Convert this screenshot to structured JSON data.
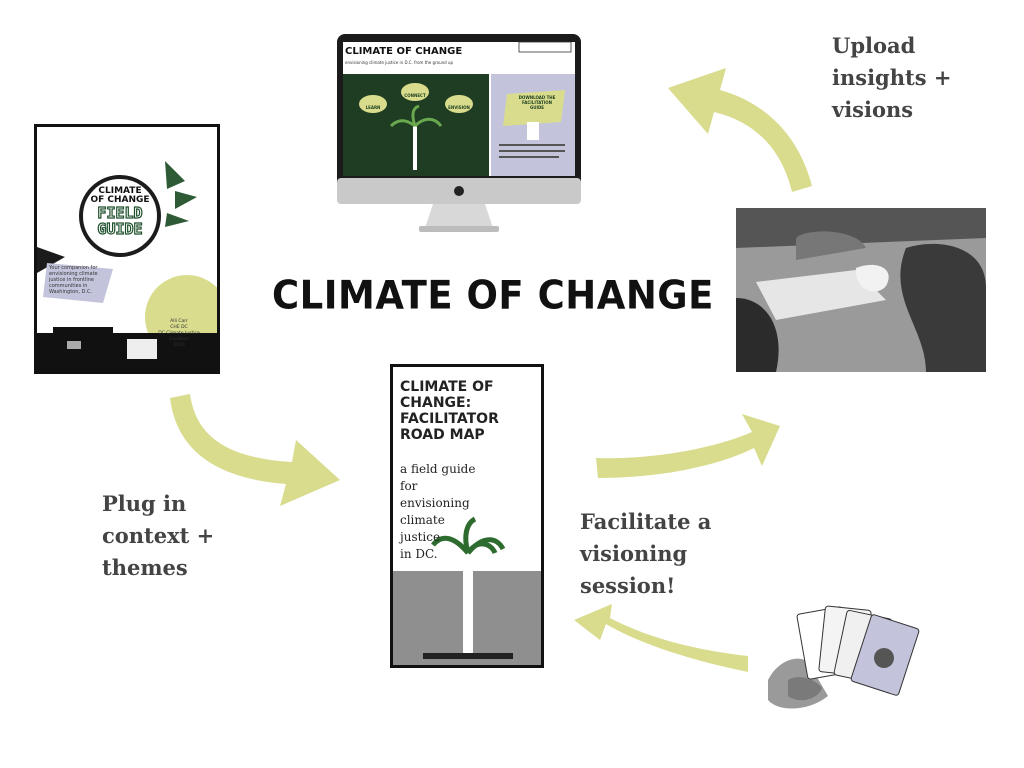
{
  "diagram": {
    "title": "CLIMATE OF CHANGE",
    "labels": {
      "plug_in": "Plug in\ncontext +\nthemes",
      "facilitate": "Facilitate a\nvisioning\nsession!",
      "upload": "Upload\ninsights +\nvisions"
    },
    "arrow_color": "#d8dc8c"
  },
  "field_guide": {
    "header_small": "CLIMATE\nOF CHANGE",
    "header_big": "FIELD\nGUIDE",
    "blurb": "Your companion for\nenvisioning climate\njustice in frontline\ncommunities in\nWashington, D.C.",
    "credit": "Alli Carr\nCHE DC\nDC Climate Justice\nCoalition\n2019"
  },
  "website": {
    "title": "CLIMATE OF CHANGE",
    "subtitle": "envisioning climate justice in D.C. from the ground up",
    "nav": [
      "LEARN",
      "CONNECT",
      "ENVISION"
    ],
    "download": "DOWNLOAD THE\nFACILITATION\nGUIDE"
  },
  "road_map": {
    "title": "CLIMATE OF\nCHANGE:\nFACILITATOR\nROAD MAP",
    "subtitle": "a field guide\nfor\nenvisioning\nclimate\njustice\nin DC."
  },
  "colors": {
    "accent": "#d8dc8c",
    "dark_green": "#1f3d22",
    "lavender": "#c3c4dc"
  }
}
